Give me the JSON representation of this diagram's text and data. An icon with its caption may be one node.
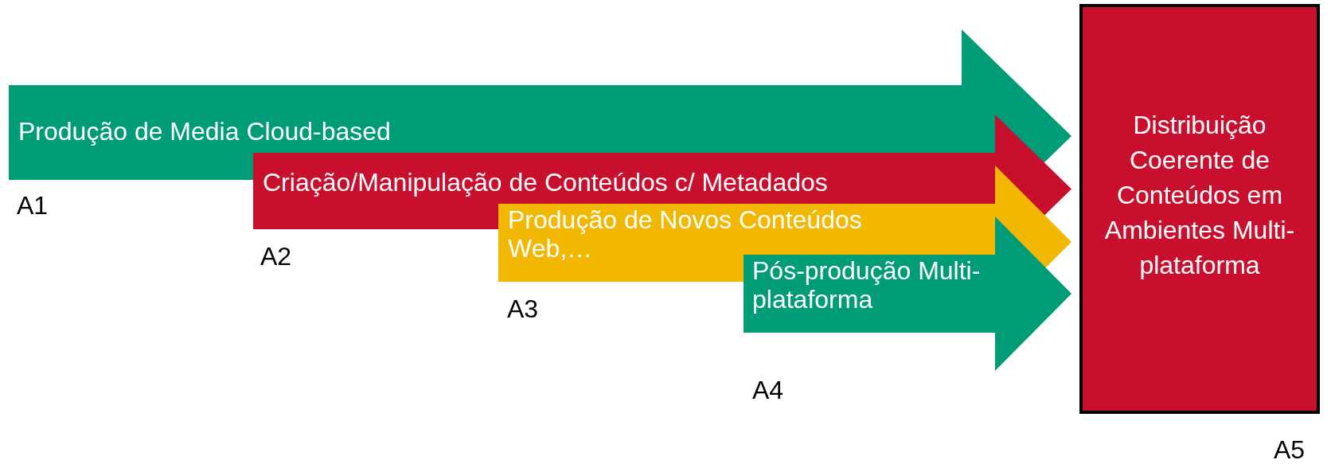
{
  "diagram": {
    "nodes": [
      {
        "text": [
          "Produção de Media Cloud-based"
        ],
        "beside": [
          "A1"
        ]
      },
      {
        "text": [
          "Criação/Manipulação de Conteúdos c/ Metadados"
        ],
        "beside": [
          "A2"
        ]
      },
      {
        "text": [
          "Produção de Novos Conteúdos Web,…"
        ],
        "beside": [
          "A3"
        ]
      },
      {
        "text": [
          "Pós-produção Multi-plataforma"
        ],
        "beside": [
          "A4"
        ]
      },
      {
        "text": [
          "Distribuição Coerente de Conteúdos em Ambientes Multi-plataforma"
        ],
        "beside": [
          "A5"
        ]
      }
    ]
  }
}
